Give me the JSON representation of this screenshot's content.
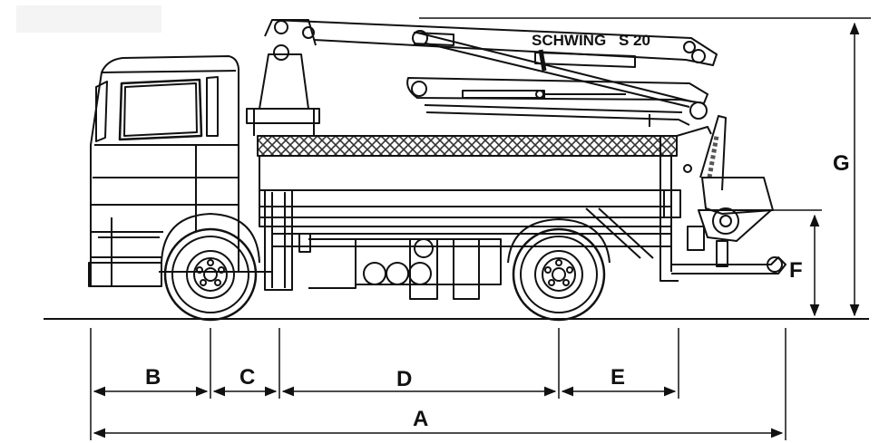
{
  "brand": {
    "name": "SCHWING",
    "model": "S 20"
  },
  "dimensions": {
    "A": "A",
    "B": "B",
    "C": "C",
    "D": "D",
    "E": "E",
    "F": "F",
    "G": "G"
  },
  "colors": {
    "line": "#111111",
    "background": "#ffffff",
    "hatch": "#555555"
  }
}
